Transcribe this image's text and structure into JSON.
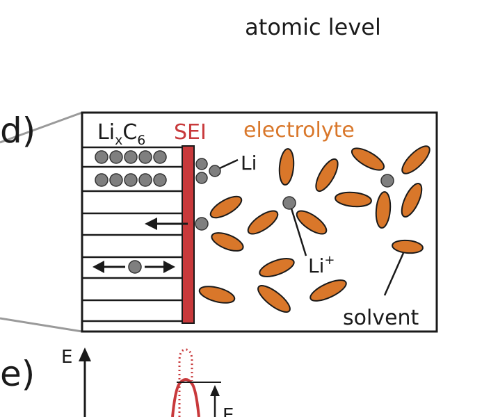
{
  "header": {
    "title": "atomic level"
  },
  "panel_d": {
    "label": "d)",
    "anode": {
      "base": "Li",
      "sub_x": "x",
      "c": "C",
      "sub_6": "6"
    },
    "sei_label": "SEI",
    "electrolyte_label": "electrolyte",
    "li_label": "Li",
    "li_ion_label": "Li",
    "li_ion_charge": "+",
    "solvent_label": "solvent"
  },
  "panel_e": {
    "label": "e)",
    "y_axis_label": "E",
    "barrier_label": "E"
  },
  "colors": {
    "sei": "#c8393b",
    "electrolyte": "#d9772a",
    "solvent_fill": "#d9772a",
    "atom": "#7f7f7f",
    "frame": "#1a1a1a",
    "zoom_line": "#9a9a9a"
  }
}
